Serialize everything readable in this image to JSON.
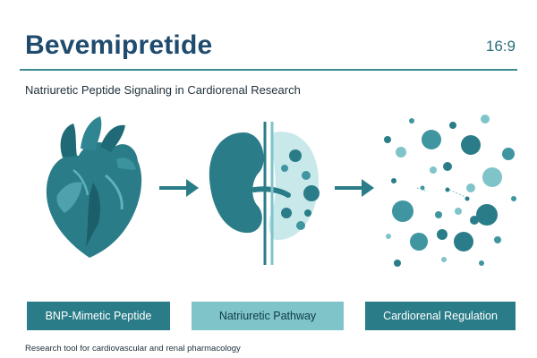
{
  "header": {
    "title": "Bevemipretide",
    "aspect_ratio": "16:9",
    "subtitle": "Natriuretic Peptide Signaling in Cardiorenal Research"
  },
  "labels": {
    "stage1": "BNP-Mimetic Peptide",
    "stage2": "Natriuretic Pathway",
    "stage3": "Cardiorenal Regulation"
  },
  "footer": {
    "text": "Research tool for cardiovascular and renal pharmacology"
  },
  "colors": {
    "dark_teal": "#2a7d88",
    "light_teal": "#7ec4c9",
    "pale_teal": "#c9e8ea",
    "navy": "#1f4b6e"
  },
  "icons": [
    "heart-icon",
    "arrow-right-icon",
    "kidney-icon",
    "arrow-right-icon",
    "molecules-icon"
  ]
}
